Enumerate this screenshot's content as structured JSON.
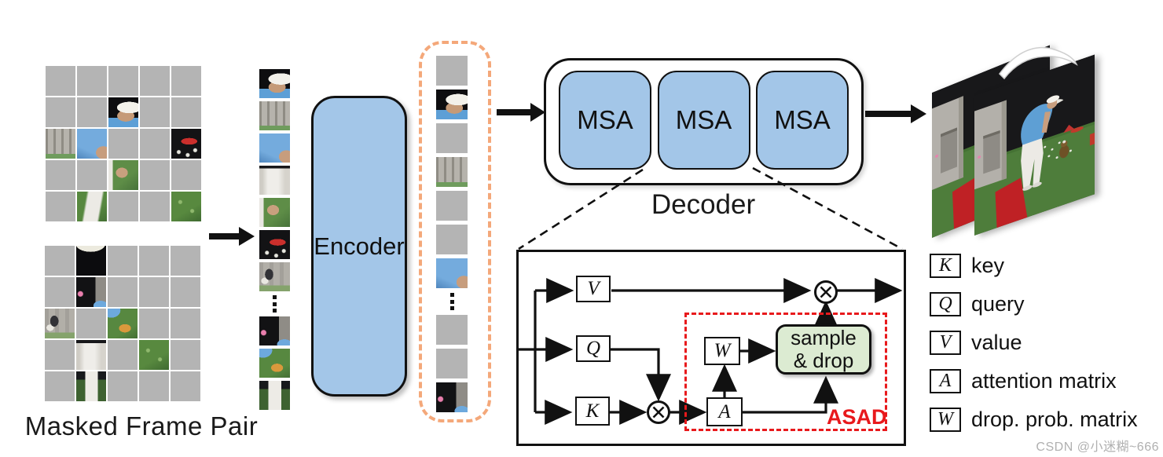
{
  "labels": {
    "masked_frame_pair": "Masked Frame Pair",
    "encoder": "Encoder",
    "decoder": "Decoder"
  },
  "decoder": {
    "blocks": [
      "MSA",
      "MSA",
      "MSA"
    ]
  },
  "attention_detail": {
    "v": "V",
    "q": "Q",
    "k": "K",
    "w": "W",
    "a": "A",
    "sample_line1": "sample",
    "sample_line2": "& drop",
    "asad": "ASAD"
  },
  "legend": {
    "items": [
      {
        "symbol": "K",
        "label": "key"
      },
      {
        "symbol": "Q",
        "label": "query"
      },
      {
        "symbol": "V",
        "label": "value"
      },
      {
        "symbol": "A",
        "label": "attention matrix"
      },
      {
        "symbol": "W",
        "label": "drop. prob. matrix"
      }
    ]
  },
  "watermark": "CSDN @小迷糊~666",
  "colors": {
    "block_blue": "#a3c6e8",
    "token_gray": "#b4b4b4",
    "dashed_orange": "#f4a87a",
    "sample_green": "#dcebd2",
    "asad_red": "#e8191c"
  },
  "masked_grid_top": {
    "rows": [
      [
        "gray",
        "gray",
        "gray",
        "gray",
        "gray"
      ],
      [
        "gray",
        "gray",
        "cap",
        "gray",
        "gray"
      ],
      [
        "wall",
        "torso",
        "gray",
        "gray",
        "basket"
      ],
      [
        "gray",
        "gray",
        "hand",
        "gray",
        "gray"
      ],
      [
        "gray",
        "pantsgrass",
        "gray",
        "gray",
        "grass"
      ]
    ]
  },
  "masked_grid_bottom": {
    "rows": [
      [
        "gray",
        "captop",
        "gray",
        "gray",
        "gray"
      ],
      [
        "gray",
        "door",
        "gray",
        "gray",
        "gray"
      ],
      [
        "scene",
        "gray",
        "grassbasket",
        "gray",
        "gray"
      ],
      [
        "gray",
        "pants",
        "gray",
        "grass",
        "gray"
      ],
      [
        "gray",
        "legs",
        "gray",
        "gray",
        "gray"
      ]
    ]
  },
  "patch_column": {
    "items": [
      "cap",
      "wall",
      "torso",
      "pants",
      "hand",
      "basket",
      "scene",
      "dots",
      "door",
      "grassbasket",
      "legs"
    ]
  },
  "token_column": {
    "items": [
      "gray",
      "cap",
      "gray",
      "wall",
      "gray",
      "gray",
      "torso",
      "dots",
      "gray",
      "gray",
      "door"
    ]
  }
}
